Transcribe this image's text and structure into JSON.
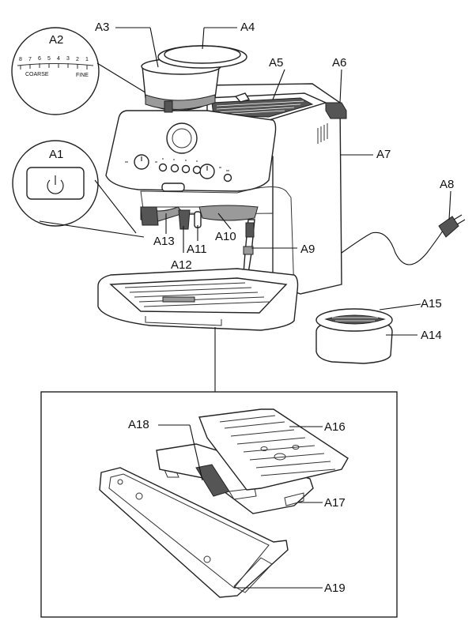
{
  "diagram": {
    "labels": {
      "A1": "A1",
      "A2": "A2",
      "A3": "A3",
      "A4": "A4",
      "A5": "A5",
      "A6": "A6",
      "A7": "A7",
      "A8": "A8",
      "A9": "A9",
      "A10": "A10",
      "A11": "A11",
      "A12": "A12",
      "A13": "A13",
      "A14": "A14",
      "A15": "A15",
      "A16": "A16",
      "A17": "A17",
      "A18": "A18",
      "A19": "A19"
    },
    "grind_scale": {
      "numbers": [
        "8",
        "7",
        "6",
        "5",
        "4",
        "3",
        "2",
        "1"
      ],
      "coarse": "COARSE",
      "fine": "FINE"
    }
  }
}
